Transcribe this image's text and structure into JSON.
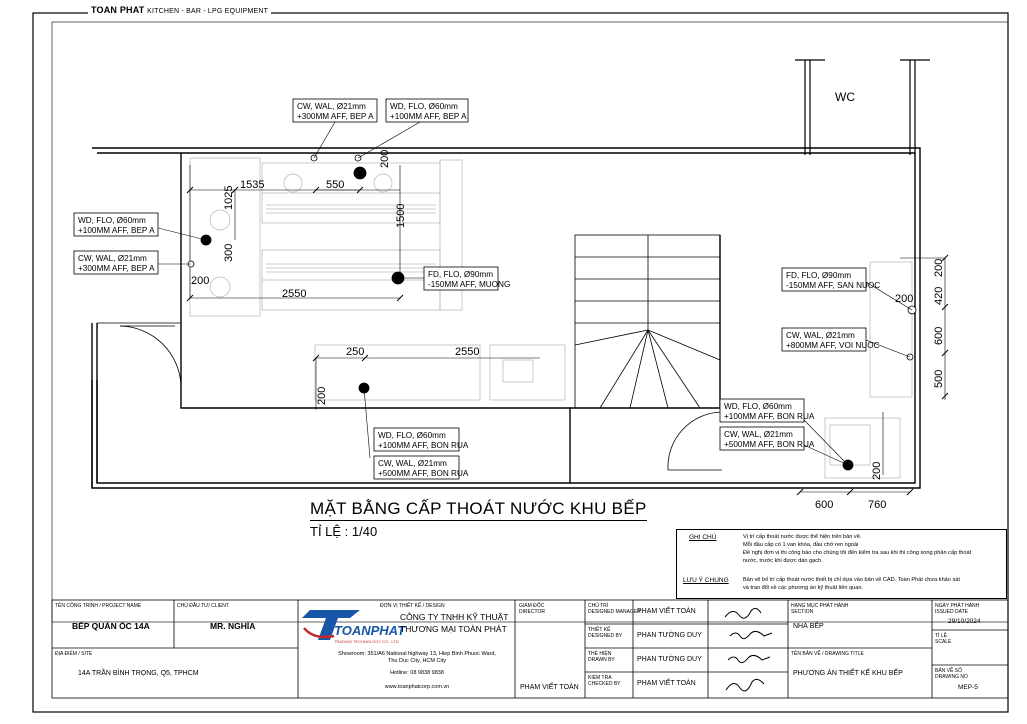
{
  "header": {
    "brand": "TOAN PHAT",
    "tagline": "KITCHEN - BAR - LPG EQUIPMENT"
  },
  "plan": {
    "room_label": "WC",
    "dimensions": [
      "1535",
      "550",
      "200",
      "1025",
      "1500",
      "300",
      "200",
      "2550",
      "250",
      "2550",
      "200",
      "200",
      "420",
      "600",
      "500",
      "200",
      "200",
      "600",
      "760"
    ],
    "callouts": [
      {
        "line1": "CW, WAL, Ø21mm",
        "line2": "+300MM AFF, BEP A"
      },
      {
        "line1": "WD, FLO, Ø60mm",
        "line2": "+100MM AFF, BEP A"
      },
      {
        "line1": "WD, FLO, Ø60mm",
        "line2": "+100MM AFF, BEP A"
      },
      {
        "line1": "CW, WAL, Ø21mm",
        "line2": "+300MM AFF, BEP A"
      },
      {
        "line1": "FD, FLO, Ø90mm",
        "line2": "-150MM AFF, MUONG"
      },
      {
        "line1": "FD, FLO, Ø90mm",
        "line2": "-150MM AFF, SAN NUOC"
      },
      {
        "line1": "CW, WAL, Ø21mm",
        "line2": "+800MM AFF, VOI NUOC"
      },
      {
        "line1": "WD, FLO, Ø60mm",
        "line2": "+100MM AFF, BON RUA"
      },
      {
        "line1": "CW, WAL, Ø21mm",
        "line2": "+500MM AFF, BON RUA"
      },
      {
        "line1": "WD, FLO, Ø60mm",
        "line2": "+100MM AFF, BON RUA"
      },
      {
        "line1": "CW, WAL, Ø21mm",
        "line2": "+500MM AFF, BON RUA"
      }
    ]
  },
  "drawing_title": "MẶT BẰNG CẤP THOÁT NƯỚC KHU BẾP",
  "drawing_scale": "TỈ LỆ : 1/40",
  "notes": {
    "ghi_chu_label": "GHI CHÚ",
    "ghi_chu_items": [
      "Vị trí cấp thoát nước được thể hiện trên bản vẽ.",
      "Mỗi đầu cấp có 1 van khóa, đầu chờ ren ngoài",
      "Đề nghị đơn vị thi công báo cho chúng tôi đến kiểm tra sau khi thi công xong phần cấp thoát",
      "nước, trước khi được dán gạch."
    ],
    "luu_y_label": "LƯU Ý CHUNG",
    "luu_y_items": [
      "Bản vẽ bố trí cấp thoát nước thiết bị chỉ dựa vào bản vẽ CAD. Toàn Phát chưa khảo sát",
      "và trao đổi về các phương án kỹ thuật liên quan."
    ]
  },
  "title_block": {
    "project_label": "TÊN CÔNG TRÌNH / PROJECT NAME",
    "project_value": "BẾP QUÁN ỐC 14A",
    "client_label": "CHỦ ĐẦU TƯ/ CLIENT",
    "client_value": "MR. NGHĨA",
    "site_label": "ĐỊA ĐIỂM / SITE",
    "site_value": "14A TRẦN BÌNH TRỌNG, Q5, TPHCM",
    "design_label": "ĐƠN VỊ THIẾT KẾ / DESIGN",
    "company_logo_text": "TOANPHAT",
    "company_logo_sub": "TRADING TECHNOLOGY CO., LTD",
    "company_name_1": "CÔNG TY TNHH KỸ THUẬT",
    "company_name_2": "THƯƠNG MẠI TOÀN PHÁT",
    "showroom": "Showroom: 351/A6 National highway 13, Hiep Binh Phuoc Ward,",
    "showroom_2": "Thu Duc City, HCM City",
    "hotline": "Hotline: 08 9838 9838",
    "website": "www.toanphatcorp.com.vn",
    "director_label": "GIÁM ĐỐC",
    "director_label_en": "DIRECTOR",
    "director_name": "PHẠM VIẾT TOÀN",
    "roles": [
      {
        "label": "CHỦ TRÌ",
        "label_en": "DESIGNED MANAGER",
        "name": "PHẠM VIẾT TOÀN"
      },
      {
        "label": "THIẾT KẾ",
        "label_en": "DESIGNED BY",
        "name": "PHAN TƯỜNG DUY"
      },
      {
        "label": "THỂ HIỆN",
        "label_en": "DRAWN BY",
        "name": "PHAN TƯỜNG DUY"
      },
      {
        "label": "KIỂM TRA",
        "label_en": "CHECKED BY",
        "name": "PHẠM VIẾT TOÀN"
      }
    ],
    "section_label": "HẠNG MỤC PHÁT HÀNH",
    "section_label_en": "SECTION",
    "section_value": "NHÀ BẾP",
    "drawing_title_label": "TÊN BẢN VẼ / DRAWING TITLE",
    "drawing_title_value": "PHƯƠNG ÁN THIẾT KẾ KHU BẾP",
    "issue_date_label": "NGÀY PHÁT HÀNH",
    "issue_date_label_en": "ISSUED DATE",
    "issue_date_value": "29/10/2024",
    "scale_label": "TỈ LỆ",
    "scale_label_en": "SCALE",
    "drawing_no_label": "BẢN VẼ SỐ",
    "drawing_no_label_en": "DRAWING NO",
    "drawing_no_value": "MEP-5"
  }
}
